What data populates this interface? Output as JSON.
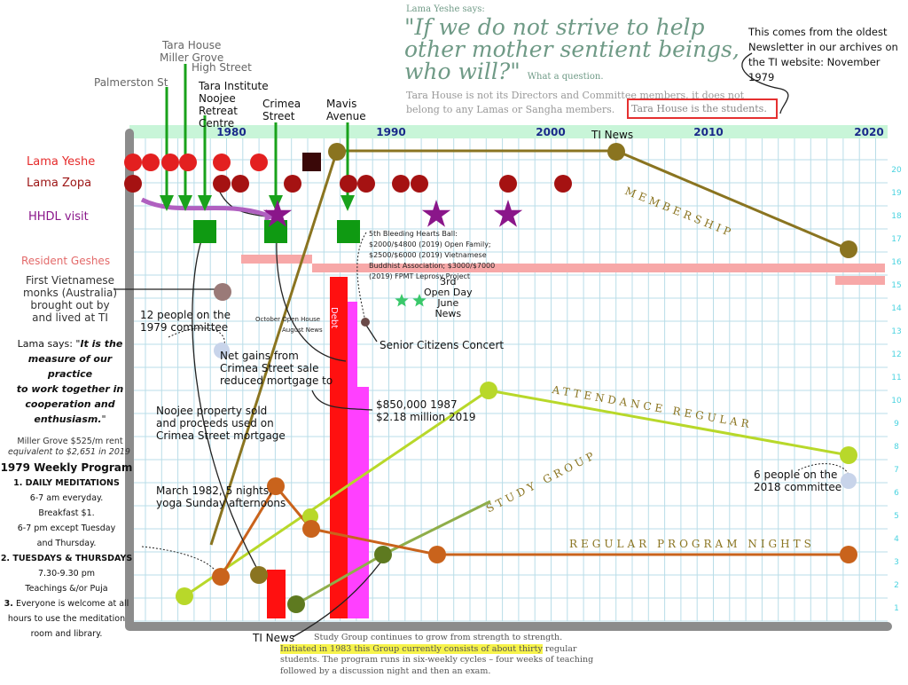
{
  "decades": [
    "1980",
    "1990",
    "2000",
    "2010",
    "2020"
  ],
  "y_ticks": [
    "1",
    "2",
    "3",
    "4",
    "5",
    "6",
    "7",
    "8",
    "9",
    "10",
    "11",
    "12",
    "13",
    "14",
    "15",
    "16",
    "17",
    "18",
    "19",
    "20"
  ],
  "rows": {
    "lama_yeshe": "Lama Yeshe",
    "lama_zopa": "Lama Zopa",
    "hhdl": "HHDL visit",
    "geshes": "Resident Geshes",
    "viet": "First Vietnamese\nmonks (Australia)\nbrought out by\nand lived at TI"
  },
  "locations": {
    "palmerston": "Palmerston St",
    "tara_house": "Tara House\nMiller Grove",
    "high_street": "High Street",
    "tara_institute": "Tara Institute\nNoojee\nRetreat\nCentre",
    "crimea": "Crimea\nStreet",
    "mavis": "Mavis\nAvenue"
  },
  "quote": {
    "attribution": "Lama Yeshe says:",
    "text": "\"If we do not strive to help\nother mother sentient beings,\nwho will?\"",
    "tail": "What a question.",
    "body": "Tara House is not its Directors and Committee members, it does not\nbelong to any Lamas or Sangha members.",
    "boxed": "Tara House is the students."
  },
  "newsletter_note": "This comes from the oldest\nNewsletter in our archives on\nthe TI website: November 1979",
  "series_labels": {
    "membership": "MEMBERSHIP",
    "attendance": "ATTENDANCE REGULAR",
    "study": "STUDY GROUP",
    "regular_nights": "REGULAR PROGRAM NIGHTS"
  },
  "annotations": {
    "ti_news_top": "TI News",
    "ti_news_bottom": "TI News",
    "debt": "Debt",
    "committee_1979": "12 people on the\n1979 committee",
    "committee_2018": "6 people on the\n2018 committee",
    "net_gains": "Net gains from\nCrimea Street sale\nreduced mortgage to",
    "mortgage": "$850,000 1987\n$2.18 million 2019",
    "noojee_sold": "Noojee property sold\nand proceeds used on\nCrimea Street mortgage",
    "march_1982": "March 1982, 5 nights,\nyoga Sunday afternoons",
    "bleeding_hearts": "5th Bleeding Hearts Ball:\n$2000/$4800 (2019) Open Family;\n$2500/$6000 (2019) Vietnamese\nBuddhist Association; $3000/$7000\n(2019) FPMT Leprosy Project",
    "open_day": "3rd\nOpen Day\nJune\nNews",
    "october_open": "October Open House",
    "august_news": "August News",
    "senior_concert": "Senior Citizens Concert",
    "lama_says_1": "Lama says: \"",
    "lama_says_2": "It is the\nmeasure of our practice\nto work together in\ncooperation and\nenthusiasm.",
    "lama_says_3": "\"",
    "rent_1": "Miller Grove $525/m rent",
    "rent_2": "equivalent to $2,651 in 2019"
  },
  "weekly_program": {
    "title": "1979 Weekly Program",
    "h1": "1. DAILY MEDITATIONS",
    "l1": "6-7 am everyday.",
    "l2": "Breakfast $1.",
    "l3": "6-7 pm except Tuesday",
    "l4": "and Thursday.",
    "h2": "2. TUESDAYS & THURSDAYS",
    "l5": "7.30-9.30 pm",
    "l6": "Teachings &/or Puja",
    "h3": "3.",
    "l7": "Everyone is welcome at all",
    "l8": "hours to use the meditation",
    "l9": "room and library."
  },
  "study_note": {
    "line1": "Study Group continues to grow from strength to strength.",
    "highlight": "Initiated in 1983 this Group currently consists of about thirty",
    "line2_tail": " regular",
    "line3": "students. The program runs in six-weekly cycles – four weeks of teaching",
    "line4": "followed by a discussion night and then an exam."
  },
  "colors": {
    "grid_header": "#c8f5d8",
    "grid_line": "#b9dde8",
    "frame": "#8c8c8c",
    "yeshe": "#e32020",
    "zopa": "#a51212",
    "hhdl": "#8a168a",
    "green_square": "#0f9a12",
    "geshe_bar": "#f7a8a8",
    "membership": "#8a7420",
    "attendance": "#b8d82a",
    "study": "#8fae4a",
    "regular": "#c9631c",
    "debt_red": "#ff1010",
    "debt_pink": "#ff40ff",
    "arrow_green": "#19a21b",
    "tick_text": "#4ad3e0"
  }
}
